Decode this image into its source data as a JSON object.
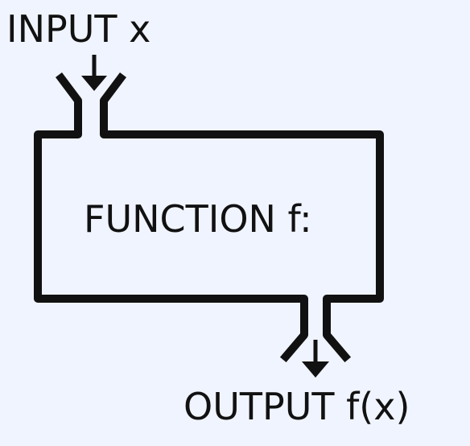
{
  "diagram": {
    "input_label": "INPUT x",
    "function_label": "FUNCTION f:",
    "output_label": "OUTPUT f(x)"
  },
  "colors": {
    "background": "#f0f4fe",
    "stroke": "#111111"
  }
}
